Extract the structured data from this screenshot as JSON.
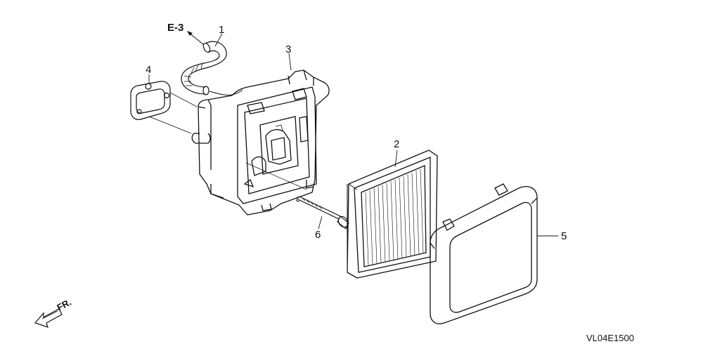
{
  "diagram": {
    "reference": "E-3",
    "direction_label": "FR.",
    "drawing_code": "VL04E1500",
    "callouts": [
      {
        "id": "breather-tube",
        "label": "1"
      },
      {
        "id": "air-filter-element",
        "label": "2"
      },
      {
        "id": "air-cleaner-case",
        "label": "3"
      },
      {
        "id": "gasket",
        "label": "4"
      },
      {
        "id": "air-cleaner-cover",
        "label": "5"
      },
      {
        "id": "flange-bolt",
        "label": "6"
      }
    ]
  }
}
